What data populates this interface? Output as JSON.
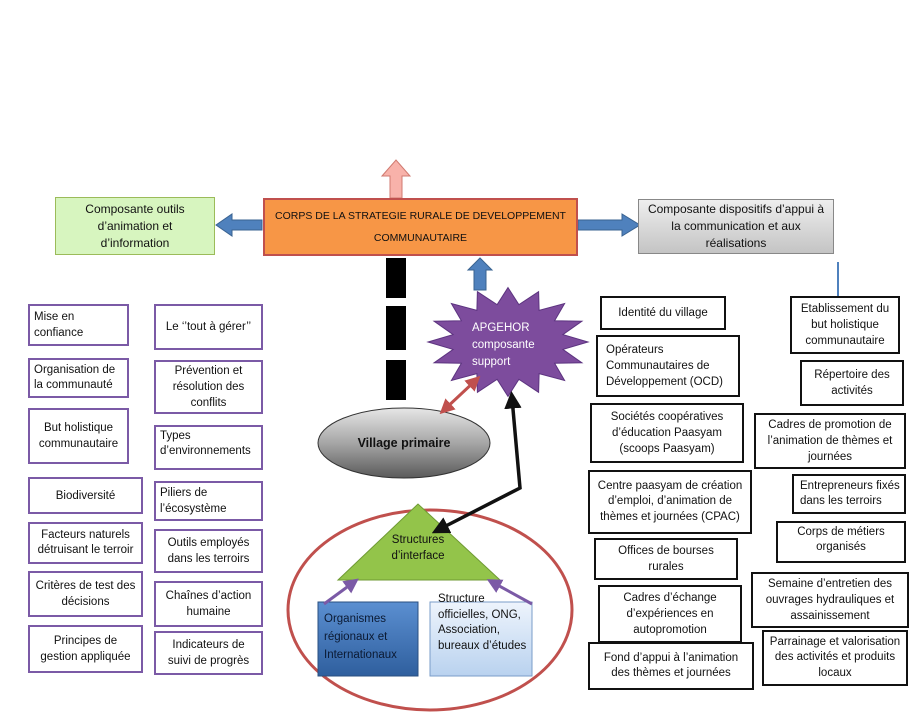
{
  "core": {
    "title_line1": "CORPS DE LA STRATEGIE RURALE DE DEVELOPPEMENT",
    "title_line2": "COMMUNAUTAIRE"
  },
  "top_left": "Composante outils d’animation et d’information",
  "top_right": "Composante dispositifs d’appui à la communication et aux réalisations",
  "apgehor": "APGEHOR composante support",
  "village": "Village primaire",
  "interface": {
    "triangle": "Structures d’interface",
    "left_box": "Organismes régionaux et Internationaux",
    "right_box": "Structure officielles, ONG, Association, bureaux d’études"
  },
  "left_col1": [
    "Mise en confiance",
    "Organisation de la communauté",
    "But holistique communautaire",
    "Biodiversité",
    "Facteurs naturels détruisant le terroir",
    "Critères de test des décisions",
    "Principes de gestion appliquée"
  ],
  "left_col2": [
    "Le ‘’tout à gérer’’",
    "Prévention et résolution des conflits",
    "Types d’environnements",
    "Piliers de l’écosystème",
    "Outils employés dans les terroirs",
    "Chaînes d’action humaine",
    "Indicateurs de suivi de progrès"
  ],
  "right_col1": [
    "Identité du village",
    "Opérateurs Communautaires de Développement (OCD)",
    "Sociétés coopératives d’éducation Paasyam (scoops Paasyam)",
    "Centre paasyam de création d’emploi, d’animation de thèmes et journées (CPAC)",
    "Offices de bourses rurales",
    "Cadres d’échange d’expériences en autopromotion",
    "Fond d’appui à l’animation des thèmes et journées"
  ],
  "right_col2": [
    "Etablissement du but holistique communautaire",
    "Répertoire des activités",
    "Cadres de promotion de l’animation de thèmes et journées",
    "Entrepreneurs fixés dans les terroirs",
    "Corps de métiers organisés",
    "Semaine d’entretien des ouvrages hydrauliques et assainissement",
    "Parrainage et valorisation des activités et produits locaux"
  ],
  "colors": {
    "core_fill": "#f79646",
    "core_border": "#c0504d",
    "left_comp_fill": "#d7f5bf",
    "right_comp_fill": "#d9d9d9",
    "star_fill": "#7d4c9d",
    "triangle_fill": "#93c44a",
    "ellipse_border": "#c0504d",
    "blue_arrow": "#4f81bd",
    "purple_border": "#7b5aa6",
    "up_arrow_fill": "#f8b2aa"
  }
}
